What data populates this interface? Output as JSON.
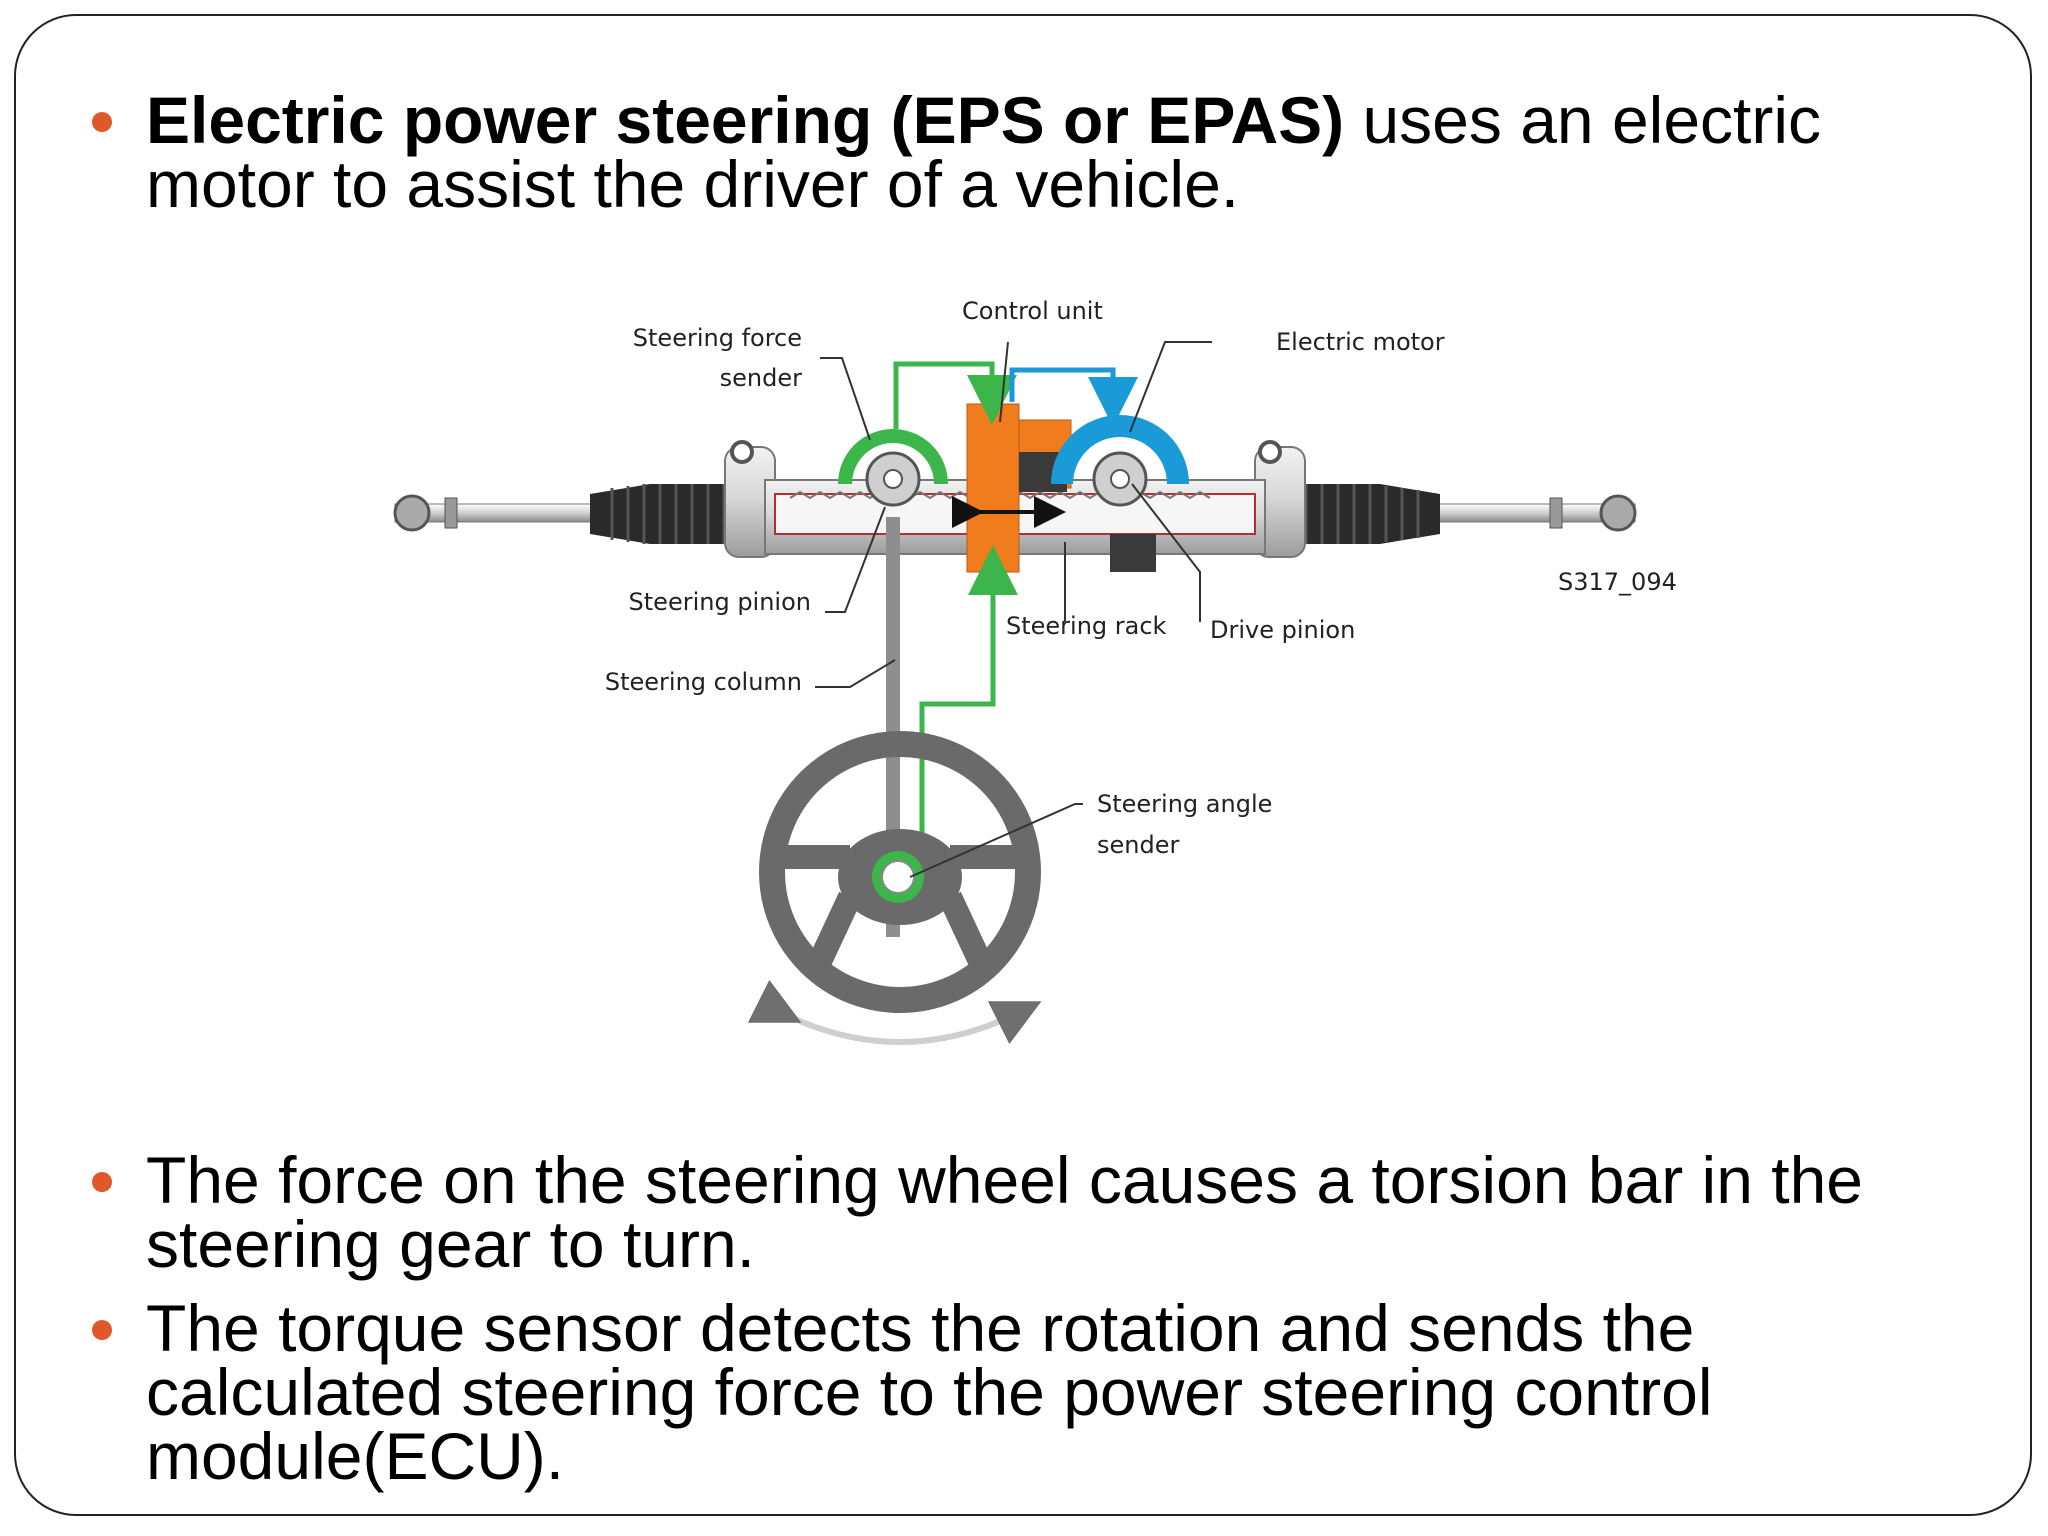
{
  "bullets": [
    {
      "bold": "Electric power steering (EPS or EPAS)",
      "rest": " uses an electric motor to assist the driver of a vehicle."
    },
    {
      "bold": "",
      "rest": "The force on the steering wheel causes a torsion bar in the steering gear to turn."
    },
    {
      "bold": "",
      "rest": "The torque sensor detects the rotation and sends the calculated steering force to the power steering control module(ECU)."
    }
  ],
  "diagram": {
    "labels": {
      "steering_force_1": "Steering force",
      "steering_force_2": "sender",
      "control_unit": "Control unit",
      "electric_motor": "Electric motor",
      "steering_pinion": "Steering pinion",
      "steering_rack": "Steering rack",
      "drive_pinion": "Drive pinion",
      "steering_column": "Steering column",
      "steering_angle_1": "Steering angle",
      "steering_angle_2": "sender",
      "figure_code": "S317_094"
    },
    "colors": {
      "green": "#3cb54a",
      "blue": "#1a9ad6",
      "orange": "#f07c1e",
      "bullet": "#e0572a"
    }
  }
}
